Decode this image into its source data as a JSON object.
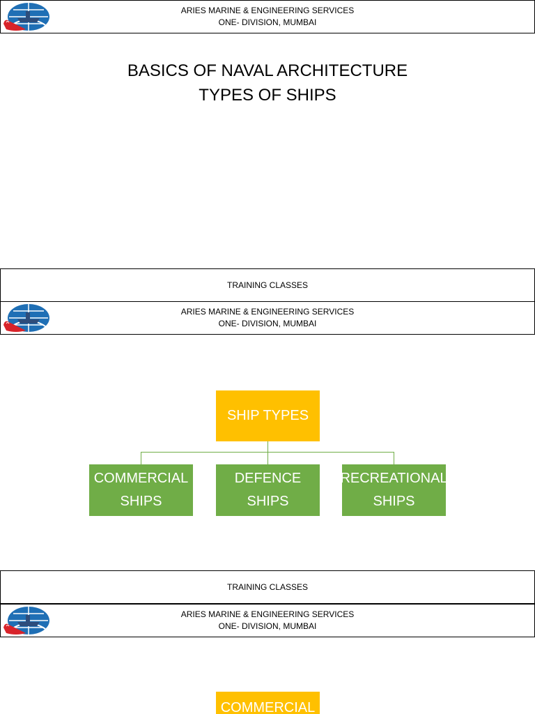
{
  "header": {
    "line1": "ARIES MARINE & ENGINEERING SERVICES",
    "line2": "ONE- DIVISION, MUMBAI",
    "logo_icon": "globe-ship-logo-icon"
  },
  "footer": {
    "label": "TRAINING CLASSES"
  },
  "slide1": {
    "title_line1": "BASICS OF NAVAL ARCHITECTURE",
    "title_line2": "TYPES OF SHIPS"
  },
  "slide2": {
    "root": "SHIP TYPES",
    "children": [
      {
        "line1": "COMMERCIAL",
        "line2": "SHIPS"
      },
      {
        "line1": "DEFENCE",
        "line2": "SHIPS"
      },
      {
        "line1": "RECREATIONAL",
        "line2": "SHIPS"
      }
    ]
  },
  "slide3": {
    "root_partial": "COMMERCIAL"
  },
  "colors": {
    "root_box": "#FFC000",
    "child_box": "#70AD47",
    "logo_blue": "#1F6FB5",
    "logo_red": "#D8232A"
  }
}
